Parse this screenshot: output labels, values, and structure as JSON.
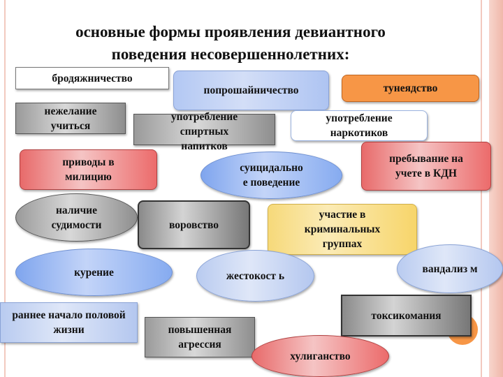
{
  "title": {
    "line1": "основные формы проявления девиантного",
    "line2": "поведения несовершеннолетних:"
  },
  "items": [
    "бродяжничество",
    "попрошайничество",
    "тунеядство",
    "нежелание учиться",
    "употребление спиртных напитков",
    "употребление наркотиков",
    "приводы в милицию",
    "суицидальное поведение",
    "пребывание на учете в КДН",
    "наличие судимости",
    "воровство",
    "участие в криминальных группах",
    "курение",
    "жестокость",
    "вандализм",
    "раннее начало половой жизни",
    "токсикомания",
    "повышенная агрессия",
    "хулиганство"
  ],
  "labels": {
    "i0": "бродяжничество",
    "i1": "попрошайничество",
    "i2": "тунеядство",
    "i3": "нежелание учиться",
    "i4": "употребление спиртных напитков",
    "i5": "употребление наркотиков",
    "i6": "приводы в милицию",
    "i7": "суицидально е поведение",
    "i8": "пребывание на учете в КДН",
    "i9": "наличие судимости",
    "i10": "воровство",
    "i11": "участие в криминальных группах",
    "i12": "курение",
    "i13": "жестокост ь",
    "i14": "вандализ м",
    "i15": "раннее начало половой жизни",
    "i16": "токсикомания",
    "i17": "повышенная агрессия",
    "i18": "хулиганство"
  },
  "colors": {
    "orange": "#f79646",
    "accent_border": "#f2c9bf"
  }
}
